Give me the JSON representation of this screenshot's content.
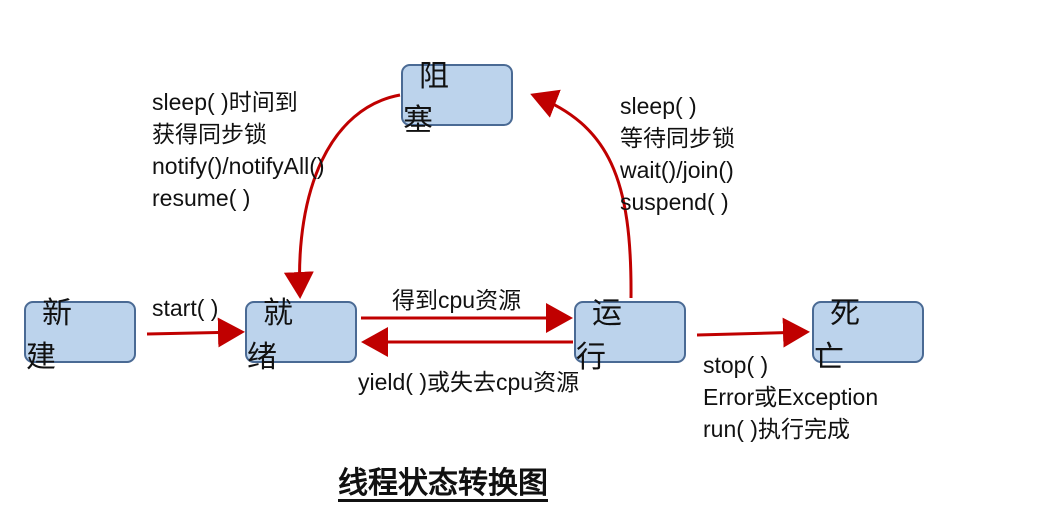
{
  "states": {
    "new": "新 建",
    "ready": "就 绪",
    "running": "运 行",
    "blocked": "阻 塞",
    "dead": "死 亡"
  },
  "labels": {
    "start": [
      "start( )"
    ],
    "get_cpu": [
      "得到cpu资源"
    ],
    "yield": [
      "yield( )或失去cpu资源"
    ],
    "to_blocked": [
      "sleep( )",
      "等待同步锁",
      "wait()/join()",
      "suspend( )"
    ],
    "to_ready": [
      "sleep( )时间到",
      "获得同步锁",
      "notify()/notifyAll()",
      "resume( )"
    ],
    "to_dead": [
      "stop( )",
      "Error或Exception",
      "run( )执行完成"
    ]
  },
  "title": "线程状态转换图",
  "colors": {
    "arrow": "#c00000",
    "node_fill": "#bcd3ec",
    "node_border": "#4a6a94"
  }
}
